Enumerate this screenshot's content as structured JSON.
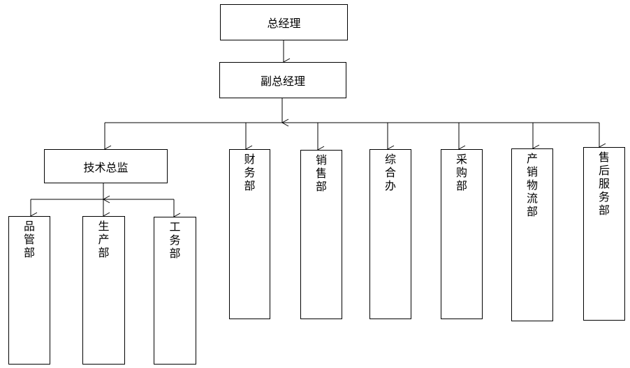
{
  "org_chart": {
    "top": "总经理",
    "deputy": "副总经理",
    "tech": {
      "label": "技术总监",
      "children": [
        "品管部",
        "生产部",
        "工务部"
      ]
    },
    "departments": [
      "财务部",
      "销售部",
      "综合办",
      "采购部",
      "产销物流部",
      "售后服务部"
    ]
  }
}
